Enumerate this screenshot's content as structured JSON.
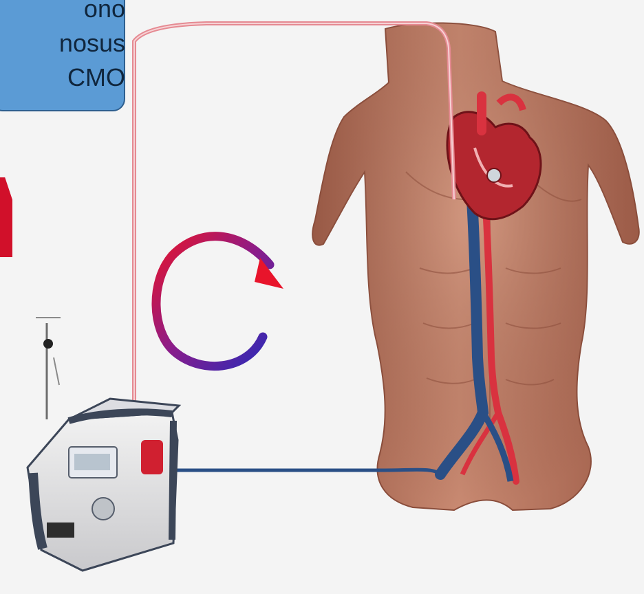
{
  "callout": {
    "lines": [
      "ono",
      "nosus",
      "CMO"
    ],
    "fill": "#5b9bd5",
    "border": "#2e5f8f"
  },
  "colors": {
    "arterial": "#e23a48",
    "venous": "#2a4f86",
    "tubing_outline": "#e58a92",
    "skin": "#b9735c",
    "arrow_start": "#e8142b",
    "arrow_end": "#2a2ab8",
    "accent_tab": "#d1102a"
  },
  "icons": {
    "body": "human-torso",
    "heart": "heart-anatomy",
    "pump": "ecmo-console",
    "arrow": "circular-flow-arrow"
  }
}
